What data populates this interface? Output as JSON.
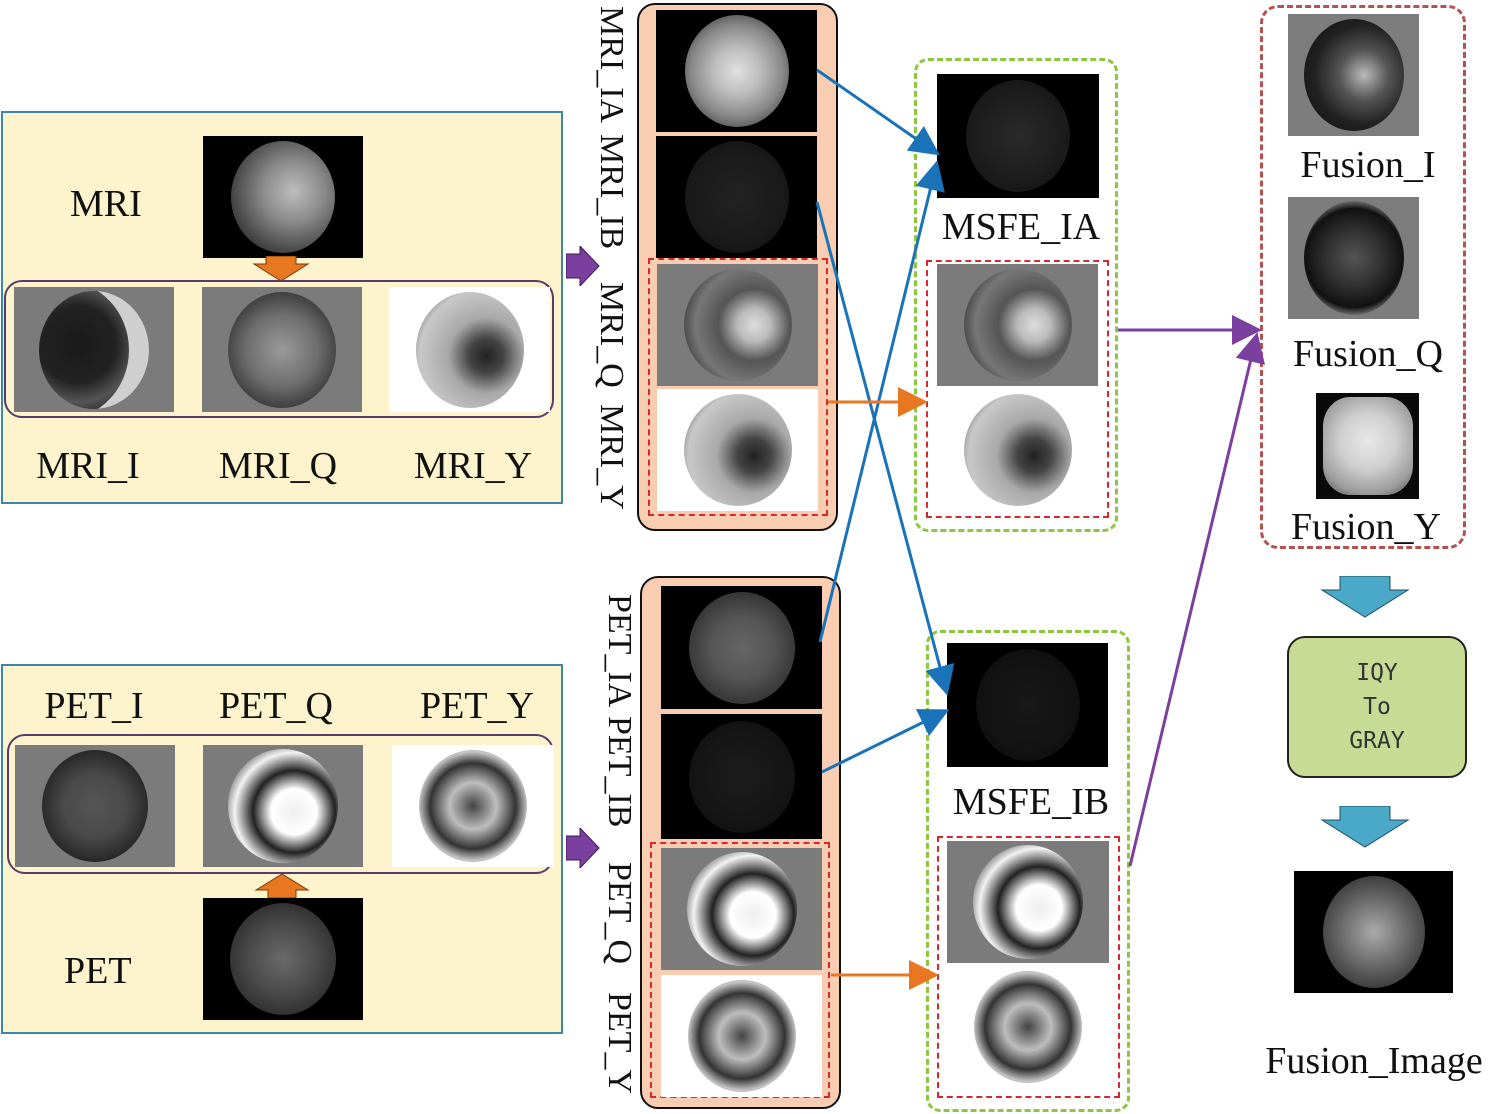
{
  "colors": {
    "panel_fill": "#fdf3cc",
    "panel_border": "#3a87a8",
    "stack_fill": "#f9cdb1",
    "green_dash": "#8dc63f",
    "red_dash": "#d6282f",
    "blue_arrow": "#1a73b8",
    "purple_arrow": "#7b3fa0",
    "orange_arrow": "#e87722",
    "iqy_fill": "#c7db95",
    "teal_arrow": "#4aa8c8"
  },
  "mri_panel": {
    "source_label": "MRI",
    "channel_labels": [
      "MRI_I",
      "MRI_Q",
      "MRI_Y"
    ]
  },
  "pet_panel": {
    "source_label": "PET",
    "channel_labels": [
      "PET_I",
      "PET_Q",
      "PET_Y"
    ]
  },
  "mri_stack": {
    "vertical_labels": [
      "MRI_IA",
      "MRI_IB",
      "MRI_Q",
      "MRI_Y"
    ]
  },
  "pet_stack": {
    "vertical_labels": [
      "PET_IA",
      "PET_IB",
      "PET_Q",
      "PET_Y"
    ]
  },
  "msfe": {
    "a_label": "MSFE_IA",
    "b_label": "MSFE_IB"
  },
  "fusion": {
    "labels": [
      "Fusion_I",
      "Fusion_Q",
      "Fusion_Y"
    ],
    "converter_lines": [
      "IQY",
      "To",
      "GRAY"
    ],
    "output_label": "Fusion_Image"
  }
}
